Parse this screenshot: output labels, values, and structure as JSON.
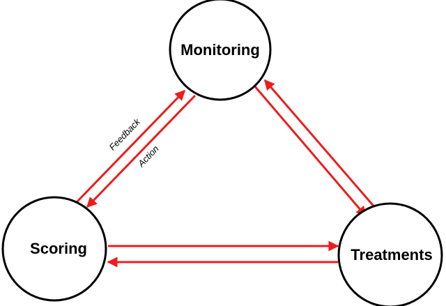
{
  "nodes": {
    "monitoring": {
      "label": "Monitoring"
    },
    "scoring": {
      "label": "Scoring"
    },
    "treatments": {
      "label": "Treatments"
    }
  },
  "edge_labels": {
    "feedback": "Feedback",
    "action": "Action"
  },
  "colors": {
    "arrow": "#ee1c1c",
    "node_stroke": "#000000",
    "background": "#ffffff"
  }
}
